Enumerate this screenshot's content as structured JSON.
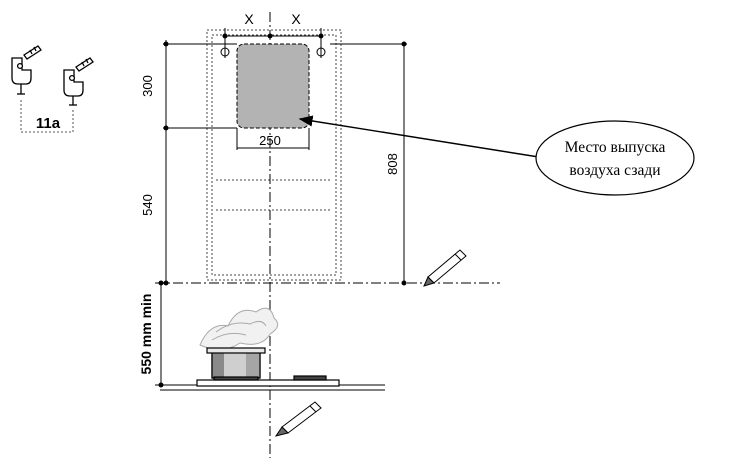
{
  "part_label": "11a",
  "dimensions": {
    "top_offset": "300",
    "lower_offset": "540",
    "total_height": "808",
    "hole_spacing_left": "X",
    "hole_spacing_right": "X",
    "outlet_width": "250",
    "min_height": "550 mm min"
  },
  "callout": {
    "line1": "Место выпуска",
    "line2": "воздуха сзади"
  }
}
